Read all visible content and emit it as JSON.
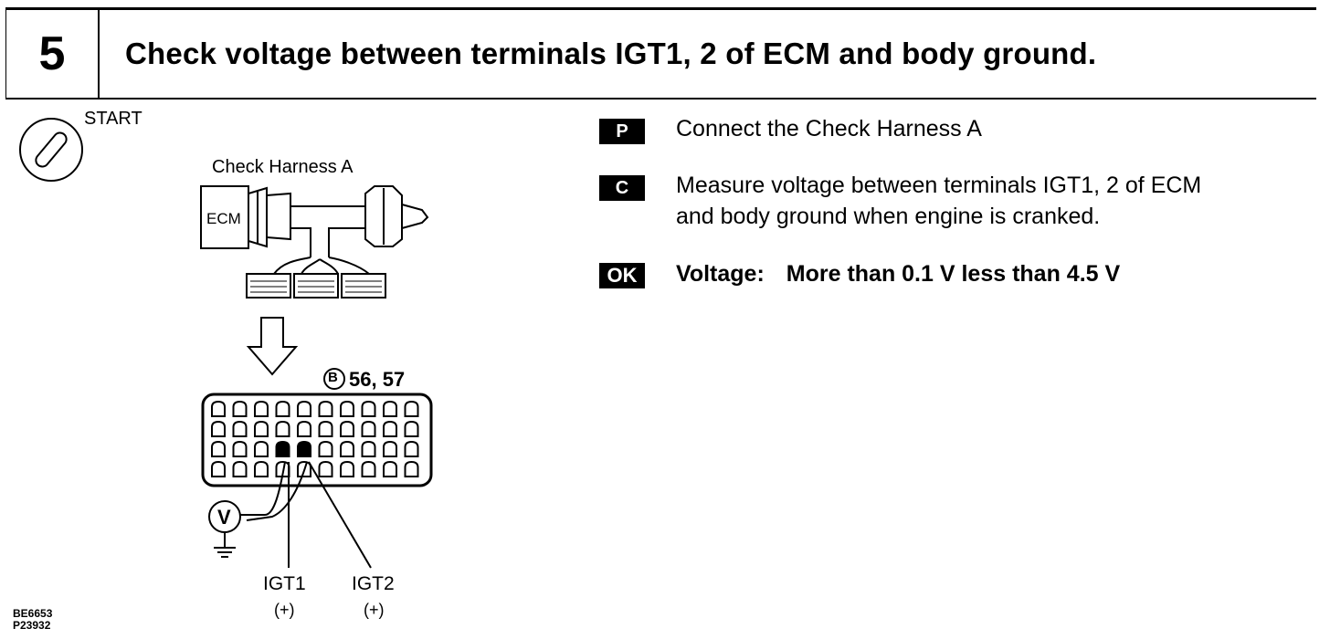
{
  "header": {
    "step_number": "5",
    "title": "Check voltage between terminals IGT1, 2 of ECM and body ground."
  },
  "diagram": {
    "start_label": "START",
    "harness_label": "Check Harness A",
    "ecm_label": "ECM",
    "connector_ref": "56, 57",
    "connector_ref_symbol": "B",
    "voltmeter_symbol": "V",
    "igt1_label": "IGT1",
    "igt1_polarity": "(+)",
    "igt2_label": "IGT2",
    "igt2_polarity": "(+)",
    "figure_code_1": "BE6653",
    "figure_code_2": "P23932"
  },
  "instructions": [
    {
      "badge": "P",
      "text": "Connect the Check Harness A"
    },
    {
      "badge": "C",
      "text_line1": "Measure voltage between terminals IGT1, 2 of ECM",
      "text_line2": "and body ground when engine is cranked."
    },
    {
      "badge": "OK",
      "label": "Voltage:",
      "value": "More than 0.1 V less than 4.5 V"
    }
  ]
}
